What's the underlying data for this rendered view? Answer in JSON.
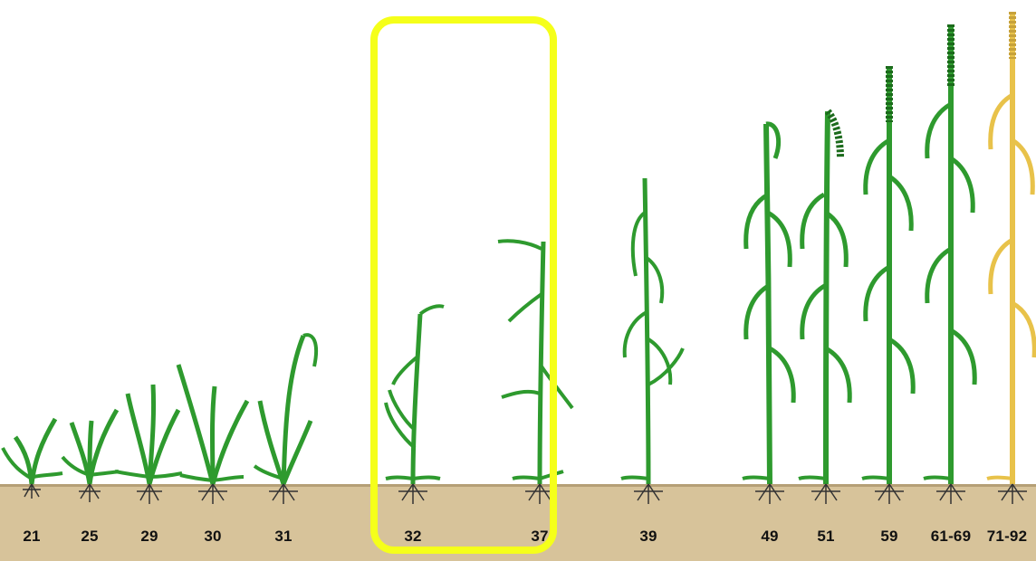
{
  "stages": [
    {
      "label": "21"
    },
    {
      "label": "25"
    },
    {
      "label": "29"
    },
    {
      "label": "30"
    },
    {
      "label": "31"
    },
    {
      "label": "32"
    },
    {
      "label": "37"
    },
    {
      "label": "39"
    },
    {
      "label": "49"
    },
    {
      "label": "51"
    },
    {
      "label": "59"
    },
    {
      "label": "61-69"
    },
    {
      "label": "71-92"
    }
  ],
  "highlighted_stages": [
    "32",
    "37"
  ],
  "colors": {
    "leaf": "#2e9a2e",
    "leaf_dark": "#1c6b1c",
    "mature": "#e8c24a",
    "soil": "#d7c39a",
    "highlight": "#f5ff1a"
  }
}
